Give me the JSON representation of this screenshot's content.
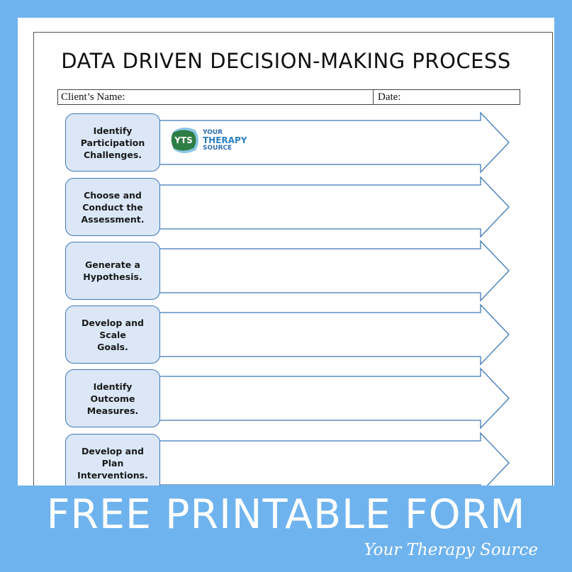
{
  "document": {
    "title": "DATA DRIVEN DECISION-MAKING PROCESS",
    "client_label": "Client’s Name:",
    "date_label": "Date:",
    "steps": [
      {
        "label": "Identify\nParticipation\nChallenges."
      },
      {
        "label": "Choose and\nConduct the\nAssessment."
      },
      {
        "label": "Generate a\nHypothesis."
      },
      {
        "label": "Develop and Scale\nGoals."
      },
      {
        "label": "Identify Outcome\nMeasures."
      },
      {
        "label": "Develop and Plan\nInterventions."
      }
    ]
  },
  "logo": {
    "mark": "YTS",
    "line1": "YOUR",
    "line2": "THERAPY",
    "line3": "SOURCE"
  },
  "banner": {
    "title": "FREE PRINTABLE FORM",
    "subtitle": "Your Therapy Source"
  },
  "colors": {
    "background": "#6fb3ee",
    "box_fill": "#dbe7f7",
    "box_border": "#3f78b9",
    "logo_green": "#2e7d45",
    "logo_blue": "#2b7fc0"
  }
}
